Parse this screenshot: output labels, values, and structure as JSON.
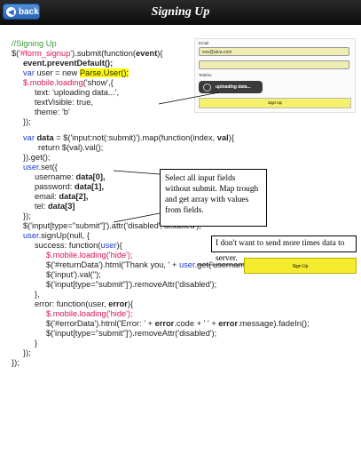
{
  "header": {
    "back_label": "back",
    "back_icon": "arrow-left-icon",
    "title": "Signing Up"
  },
  "code": {
    "l1": "//Signing Up",
    "l2a": "$(",
    "l2b": "'#form_signup'",
    "l2c": ").submit(function(",
    "l2d": "event",
    "l2e": "){",
    "l3": "event.preventDefault();",
    "l4a": "var",
    "l4b": " user = new ",
    "l4c": "Parse.User();",
    "l5a": "$.mobile.loading",
    "l5b": "('show',{",
    "l6": "text: 'uploading data...',",
    "l7": "textVisible: true,",
    "l8": "theme: 'b'",
    "l9": "});",
    "l10a": "var",
    "l10b": " data",
    "l10c": " = $('input:not(:submit)').map(function(index,  ",
    "l10d": "val",
    "l10e": "){",
    "l11": "return $(val).val();",
    "l12": "}).get();",
    "l13a": "user",
    "l13b": ".set({",
    "l14a": "username: ",
    "l14b": "data[0],",
    "l15a": "password: ",
    "l15b": "data[1],",
    "l16a": "email: ",
    "l16b": "data[2],",
    "l17a": "tel: ",
    "l17b": "data[3]",
    "l18": "});",
    "l19": "$('input[type=\"submit\"]').attr('disabled','disabled');",
    "l20a": "user",
    "l20b": ".signUp(null, {",
    "l21a": "success: function(",
    "l21b": "user",
    "l21c": "){",
    "l22": "$.mobile.loading('hide');",
    "l23a": "$('#returnData').html('Thank you, ' + ",
    "l23b": "user",
    "l23c": ".get('username') + '. ');",
    "l24": "$('input').val('');",
    "l25": "$('input[type=\"submit\"]').removeAttr('disabled');",
    "l26": "},",
    "l27a": "error: function(user, ",
    "l27b": "error",
    "l27c": "){",
    "l28": "$.mobile.loading('hide');",
    "l29a": "$('#errorData').html('Error: ' + ",
    "l29b": "error",
    "l29c": ".code + '   ' + ",
    "l29d": "error",
    "l29e": ".message).fadeIn();",
    "l30": "$('input[type=\"submit\"]').removeAttr('disabled');",
    "l31": "}",
    "l32": "});",
    "l33": "});"
  },
  "mock_form": {
    "email_label": "Email",
    "email_value": "eve@atva.com",
    "tel_label": "Telefon",
    "loading_text": "uploading data...",
    "signup_label": "Sign Up"
  },
  "notes": {
    "note1": "Select all input fields without submit. Map trough and get array with values from fields.",
    "note2": "I don't want to send more times  data to server.",
    "signup2_label": "Sign Up"
  }
}
